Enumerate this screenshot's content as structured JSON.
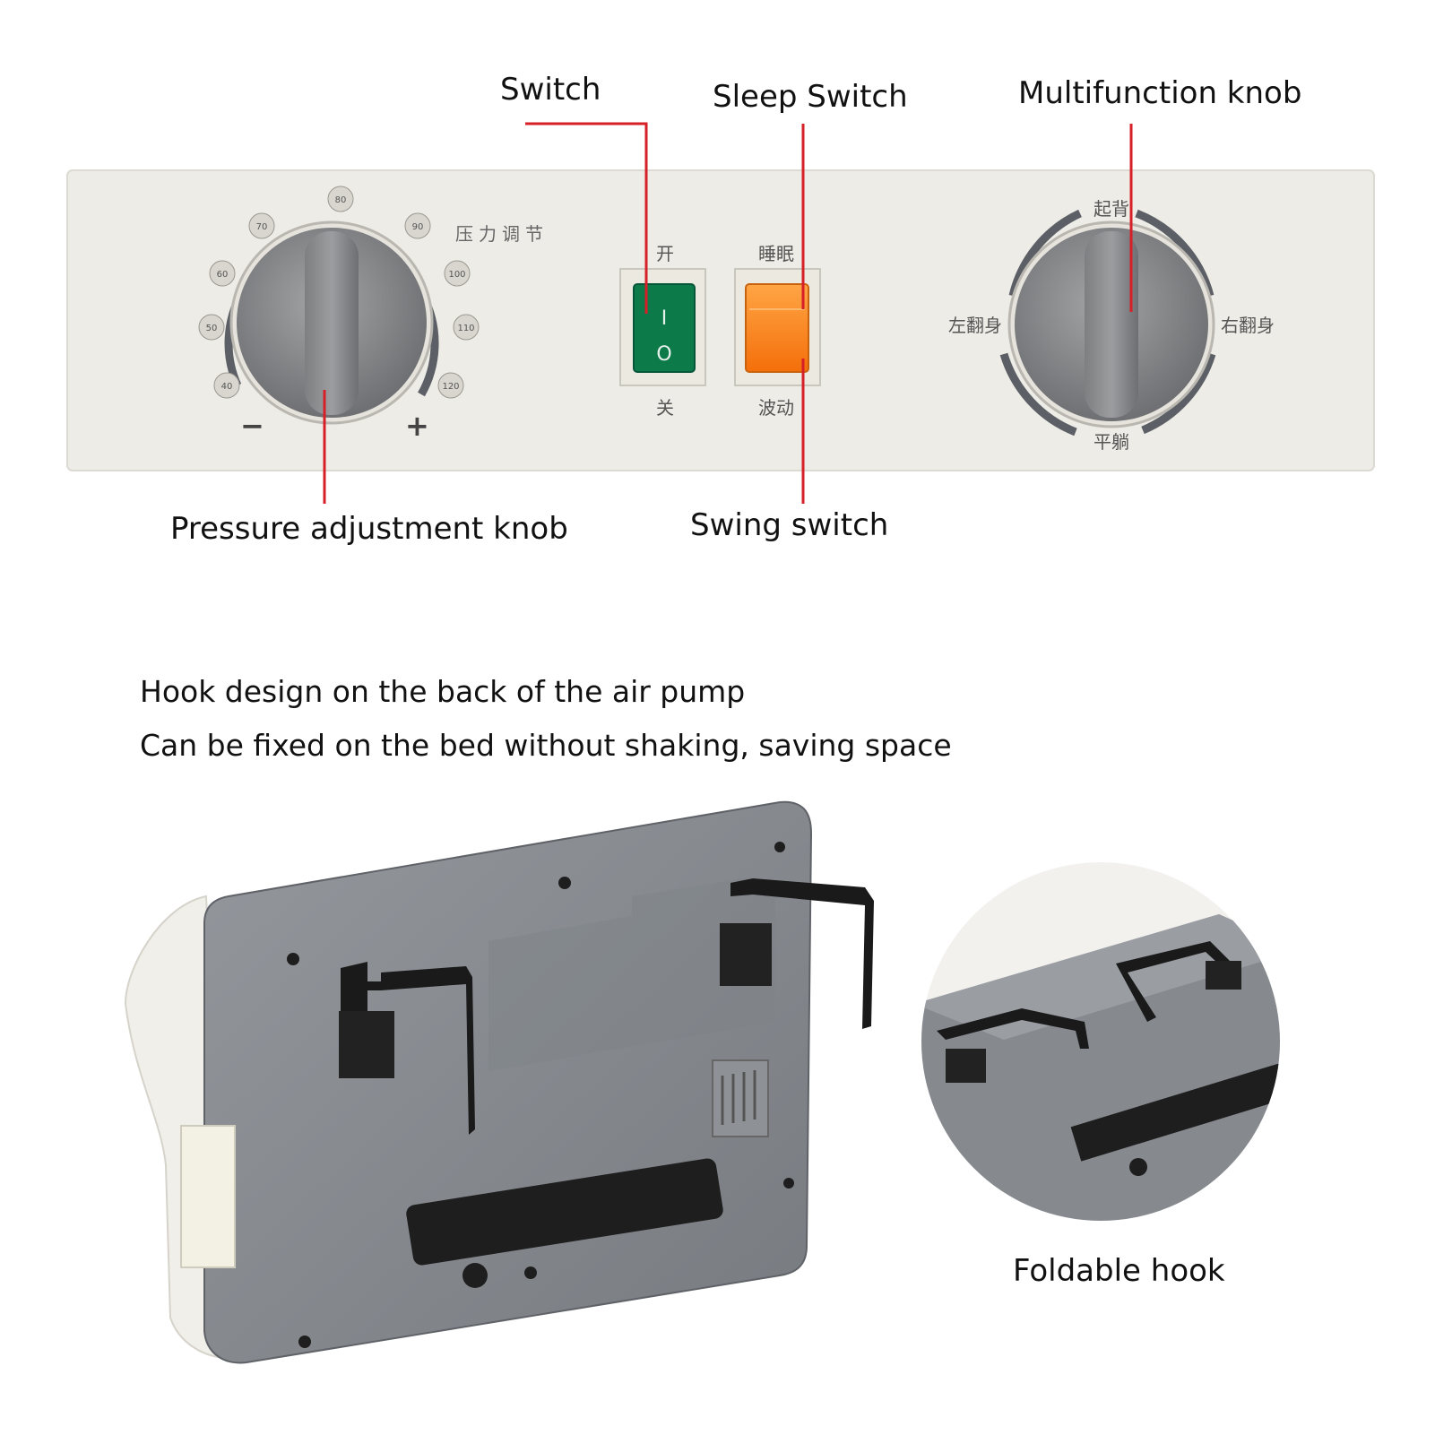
{
  "labels": {
    "switch": "Switch",
    "sleep_switch": "Sleep Switch",
    "multifunction_knob": "Multifunction knob",
    "pressure_knob": "Pressure adjustment knob",
    "swing_switch": "Swing switch",
    "foldable_hook": "Foldable hook"
  },
  "captions": {
    "line1": "Hook design on the back of the air pump",
    "line2": "Can be fixed on the bed without shaking, saving space"
  },
  "panel": {
    "pressure_title": "压力调节",
    "scale": [
      "40",
      "50",
      "60",
      "70",
      "80",
      "90",
      "100",
      "110",
      "120"
    ],
    "minus": "−",
    "plus": "+",
    "power_on": "开",
    "power_off": "关",
    "power_on_glyph": "I",
    "power_off_glyph": "O",
    "sleep": "睡眠",
    "wave": "波动",
    "mode_top": "起背",
    "mode_left": "左翻身",
    "mode_right": "右翻身",
    "mode_bottom": "平躺"
  },
  "colors": {
    "leader_line": "#d61f26",
    "panel": "#eeece6",
    "knob": "#8a8b8d",
    "power_switch": "#0d7a4a",
    "sleep_switch": "#ff8a1c",
    "pump_body": "#868a8f"
  }
}
